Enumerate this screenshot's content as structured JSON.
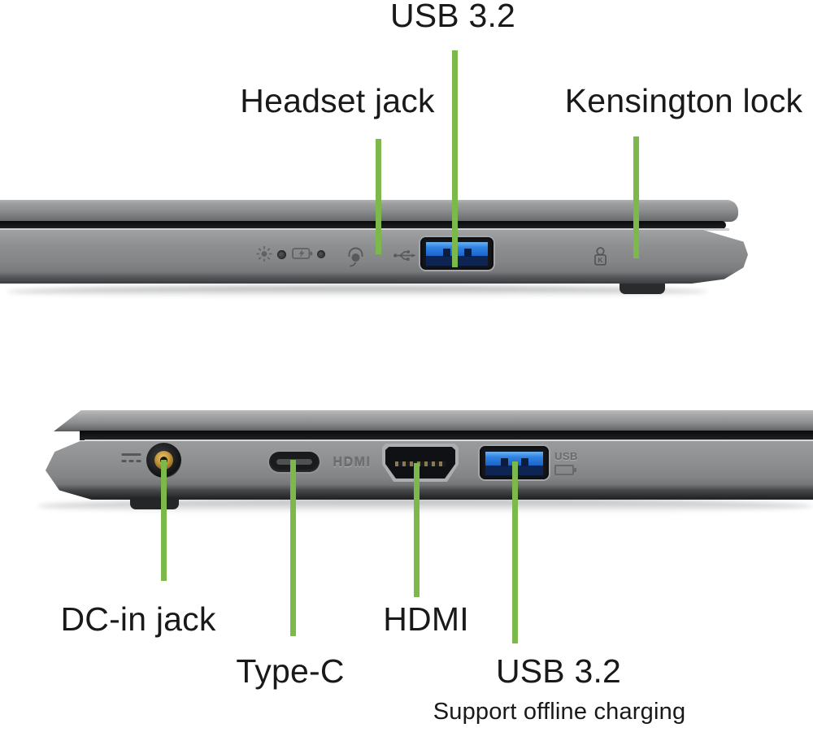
{
  "diagram": {
    "top_view": {
      "usb_label": "USB 3.2",
      "headset_label": "Headset jack",
      "kensington_label": "Kensington lock"
    },
    "bottom_view": {
      "dc_label": "DC-in jack",
      "typec_label": "Type-C",
      "hdmi_label": "HDMI",
      "usb_label": "USB 3.2",
      "usb_note": "Support offline charging",
      "hdmi_port_logo": "HDMI",
      "usb_port_logo": "USB"
    },
    "colors": {
      "accent_green": "#7db84c",
      "usb_port_blue": "#1f72d8",
      "dc_jack_gold": "#c79a3f",
      "body_gray": "#8a8c8e",
      "label_text": "#191919"
    }
  }
}
